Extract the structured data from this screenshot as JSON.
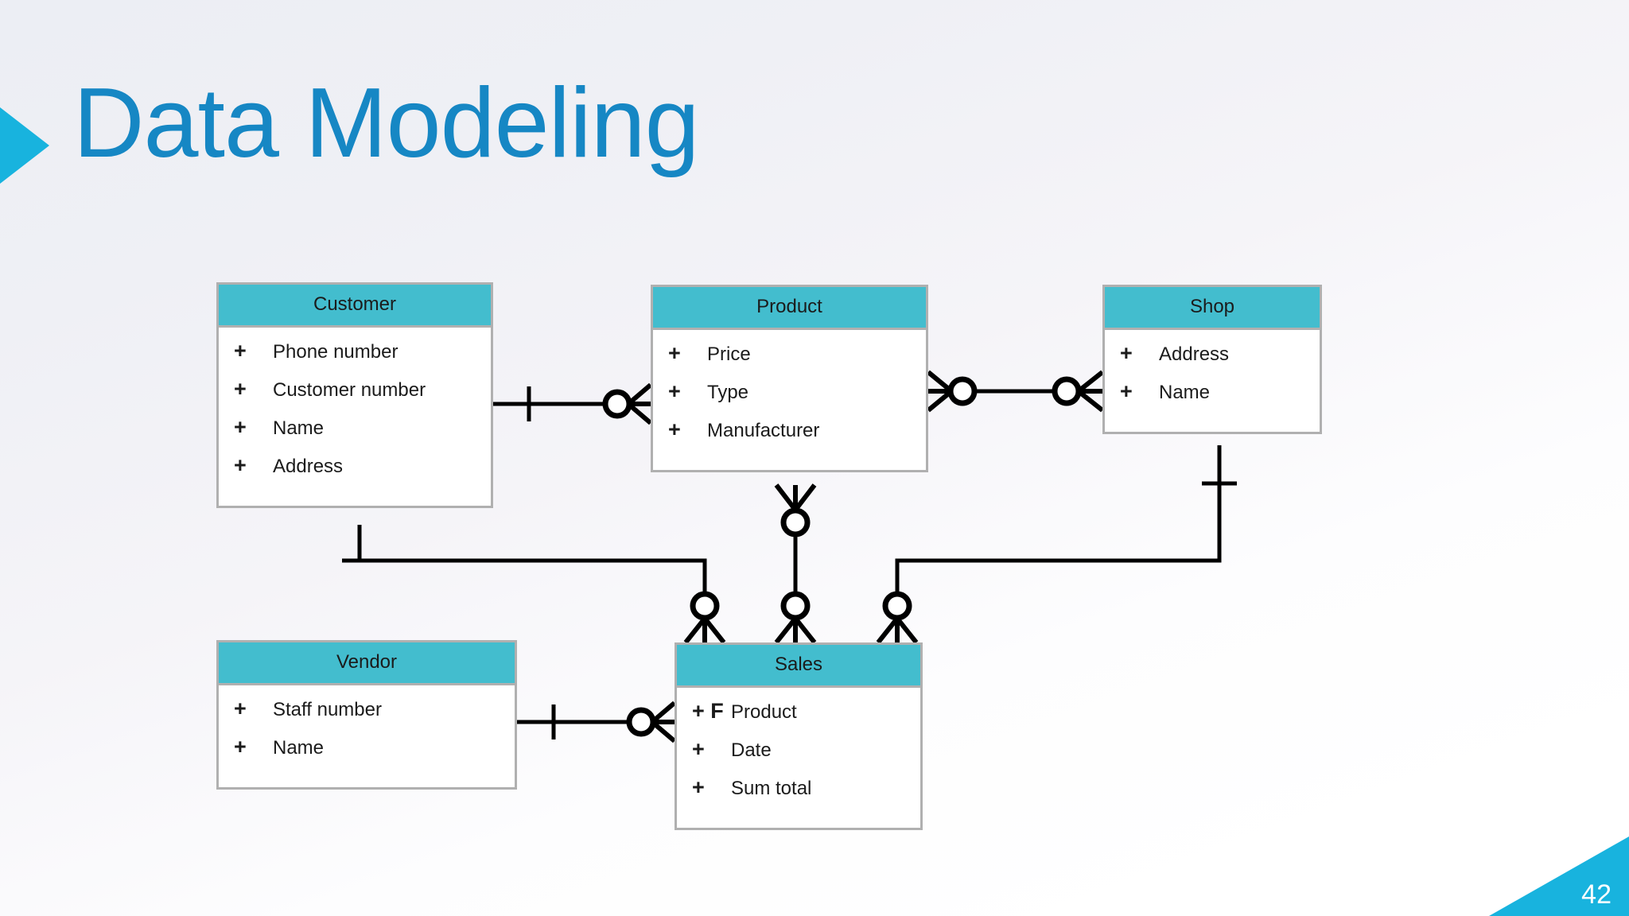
{
  "slide": {
    "title": "Data Modeling",
    "page_number": "42",
    "accent_color": "#18b3de",
    "title_color": "#1687c4",
    "entity_header_color": "#43bdce",
    "entity_border_color": "#b0b0b0",
    "connector_color": "#000000"
  },
  "diagram": {
    "type": "entity-relationship-diagram",
    "notation": "crow's-foot",
    "entities": [
      {
        "id": "customer",
        "name": "Customer",
        "attributes": [
          {
            "mark": "+",
            "name": "Phone number"
          },
          {
            "mark": "+",
            "name": "Customer number"
          },
          {
            "mark": "+",
            "name": "Name"
          },
          {
            "mark": "+",
            "name": "Address"
          }
        ]
      },
      {
        "id": "product",
        "name": "Product",
        "attributes": [
          {
            "mark": "+",
            "name": "Price"
          },
          {
            "mark": "+",
            "name": "Type"
          },
          {
            "mark": "+",
            "name": "Manufacturer"
          }
        ]
      },
      {
        "id": "shop",
        "name": "Shop",
        "attributes": [
          {
            "mark": "+",
            "name": "Address"
          },
          {
            "mark": "+",
            "name": "Name"
          }
        ]
      },
      {
        "id": "vendor",
        "name": "Vendor",
        "attributes": [
          {
            "mark": "+",
            "name": "Staff number"
          },
          {
            "mark": "+",
            "name": "Name"
          }
        ]
      },
      {
        "id": "sales",
        "name": "Sales",
        "attributes": [
          {
            "mark": "+ F",
            "name": "Product"
          },
          {
            "mark": "+",
            "name": "Date"
          },
          {
            "mark": "+",
            "name": "Sum total"
          }
        ]
      }
    ],
    "relationships": [
      {
        "from": "customer",
        "to": "product",
        "from_cardinality": "exactly-one",
        "to_cardinality": "zero-or-many"
      },
      {
        "from": "product",
        "to": "shop",
        "from_cardinality": "zero-or-many",
        "to_cardinality": "zero-or-many"
      },
      {
        "from": "product",
        "to": "sales",
        "from_cardinality": "zero-or-many",
        "to_cardinality": "zero-or-many"
      },
      {
        "from": "customer",
        "to": "sales",
        "from_cardinality": "exactly-one",
        "to_cardinality": "zero-or-many"
      },
      {
        "from": "shop",
        "to": "sales",
        "from_cardinality": "exactly-one",
        "to_cardinality": "zero-or-many"
      },
      {
        "from": "vendor",
        "to": "sales",
        "from_cardinality": "exactly-one",
        "to_cardinality": "zero-or-many"
      }
    ]
  }
}
